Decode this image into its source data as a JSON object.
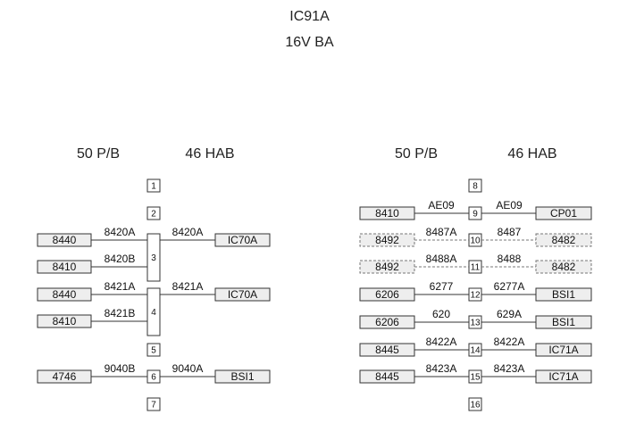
{
  "title": "IC91A",
  "subtitle": "16V BA",
  "groups": [
    {
      "left_header": "50 P/B",
      "right_header": "46 HAB"
    },
    {
      "left_header": "50 P/B",
      "right_header": "46 HAB"
    }
  ],
  "left_block": {
    "pins": [
      "1",
      "2",
      "3",
      "4",
      "5",
      "6",
      "7"
    ],
    "rows": [
      {
        "pin": "3",
        "left_box": "8440",
        "left_wire": "8420A",
        "right_wire": "8420A",
        "right_box": "IC70A"
      },
      {
        "pin": "3",
        "left_box": "8410",
        "left_wire": "8420B"
      },
      {
        "pin": "4",
        "left_box": "8440",
        "left_wire": "8421A",
        "right_wire": "8421A",
        "right_box": "IC70A"
      },
      {
        "pin": "4",
        "left_box": "8410",
        "left_wire": "8421B"
      },
      {
        "pin": "6",
        "left_box": "4746",
        "left_wire": "9040B",
        "right_wire": "9040A",
        "right_box": "BSI1"
      }
    ]
  },
  "right_block": {
    "pins": [
      "8",
      "9",
      "10",
      "11",
      "12",
      "13",
      "14",
      "15",
      "16"
    ],
    "rows": [
      {
        "pin": "9",
        "left_box": "8410",
        "left_wire": "AE09",
        "right_wire": "AE09",
        "right_box": "CP01",
        "dashed": false
      },
      {
        "pin": "10",
        "left_box": "8492",
        "left_wire": "8487A",
        "right_wire": "8487",
        "right_box": "8482",
        "dashed": true
      },
      {
        "pin": "11",
        "left_box": "8492",
        "left_wire": "8488A",
        "right_wire": "8488",
        "right_box": "8482",
        "dashed": true
      },
      {
        "pin": "12",
        "left_box": "6206",
        "left_wire": "6277",
        "right_wire": "6277A",
        "right_box": "BSI1",
        "dashed": false
      },
      {
        "pin": "13",
        "left_box": "6206",
        "left_wire": "620",
        "right_wire": "629A",
        "right_box": "BSI1",
        "dashed": false
      },
      {
        "pin": "14",
        "left_box": "8445",
        "left_wire": "8422A",
        "right_wire": "8422A",
        "right_box": "IC71A",
        "dashed": false
      },
      {
        "pin": "15",
        "left_box": "8445",
        "left_wire": "8423A",
        "right_wire": "8423A",
        "right_box": "IC71A",
        "dashed": false
      }
    ]
  },
  "colors": {
    "box_fill": "#eeeeee",
    "line": "#333333",
    "dashed_border": "#777777"
  }
}
